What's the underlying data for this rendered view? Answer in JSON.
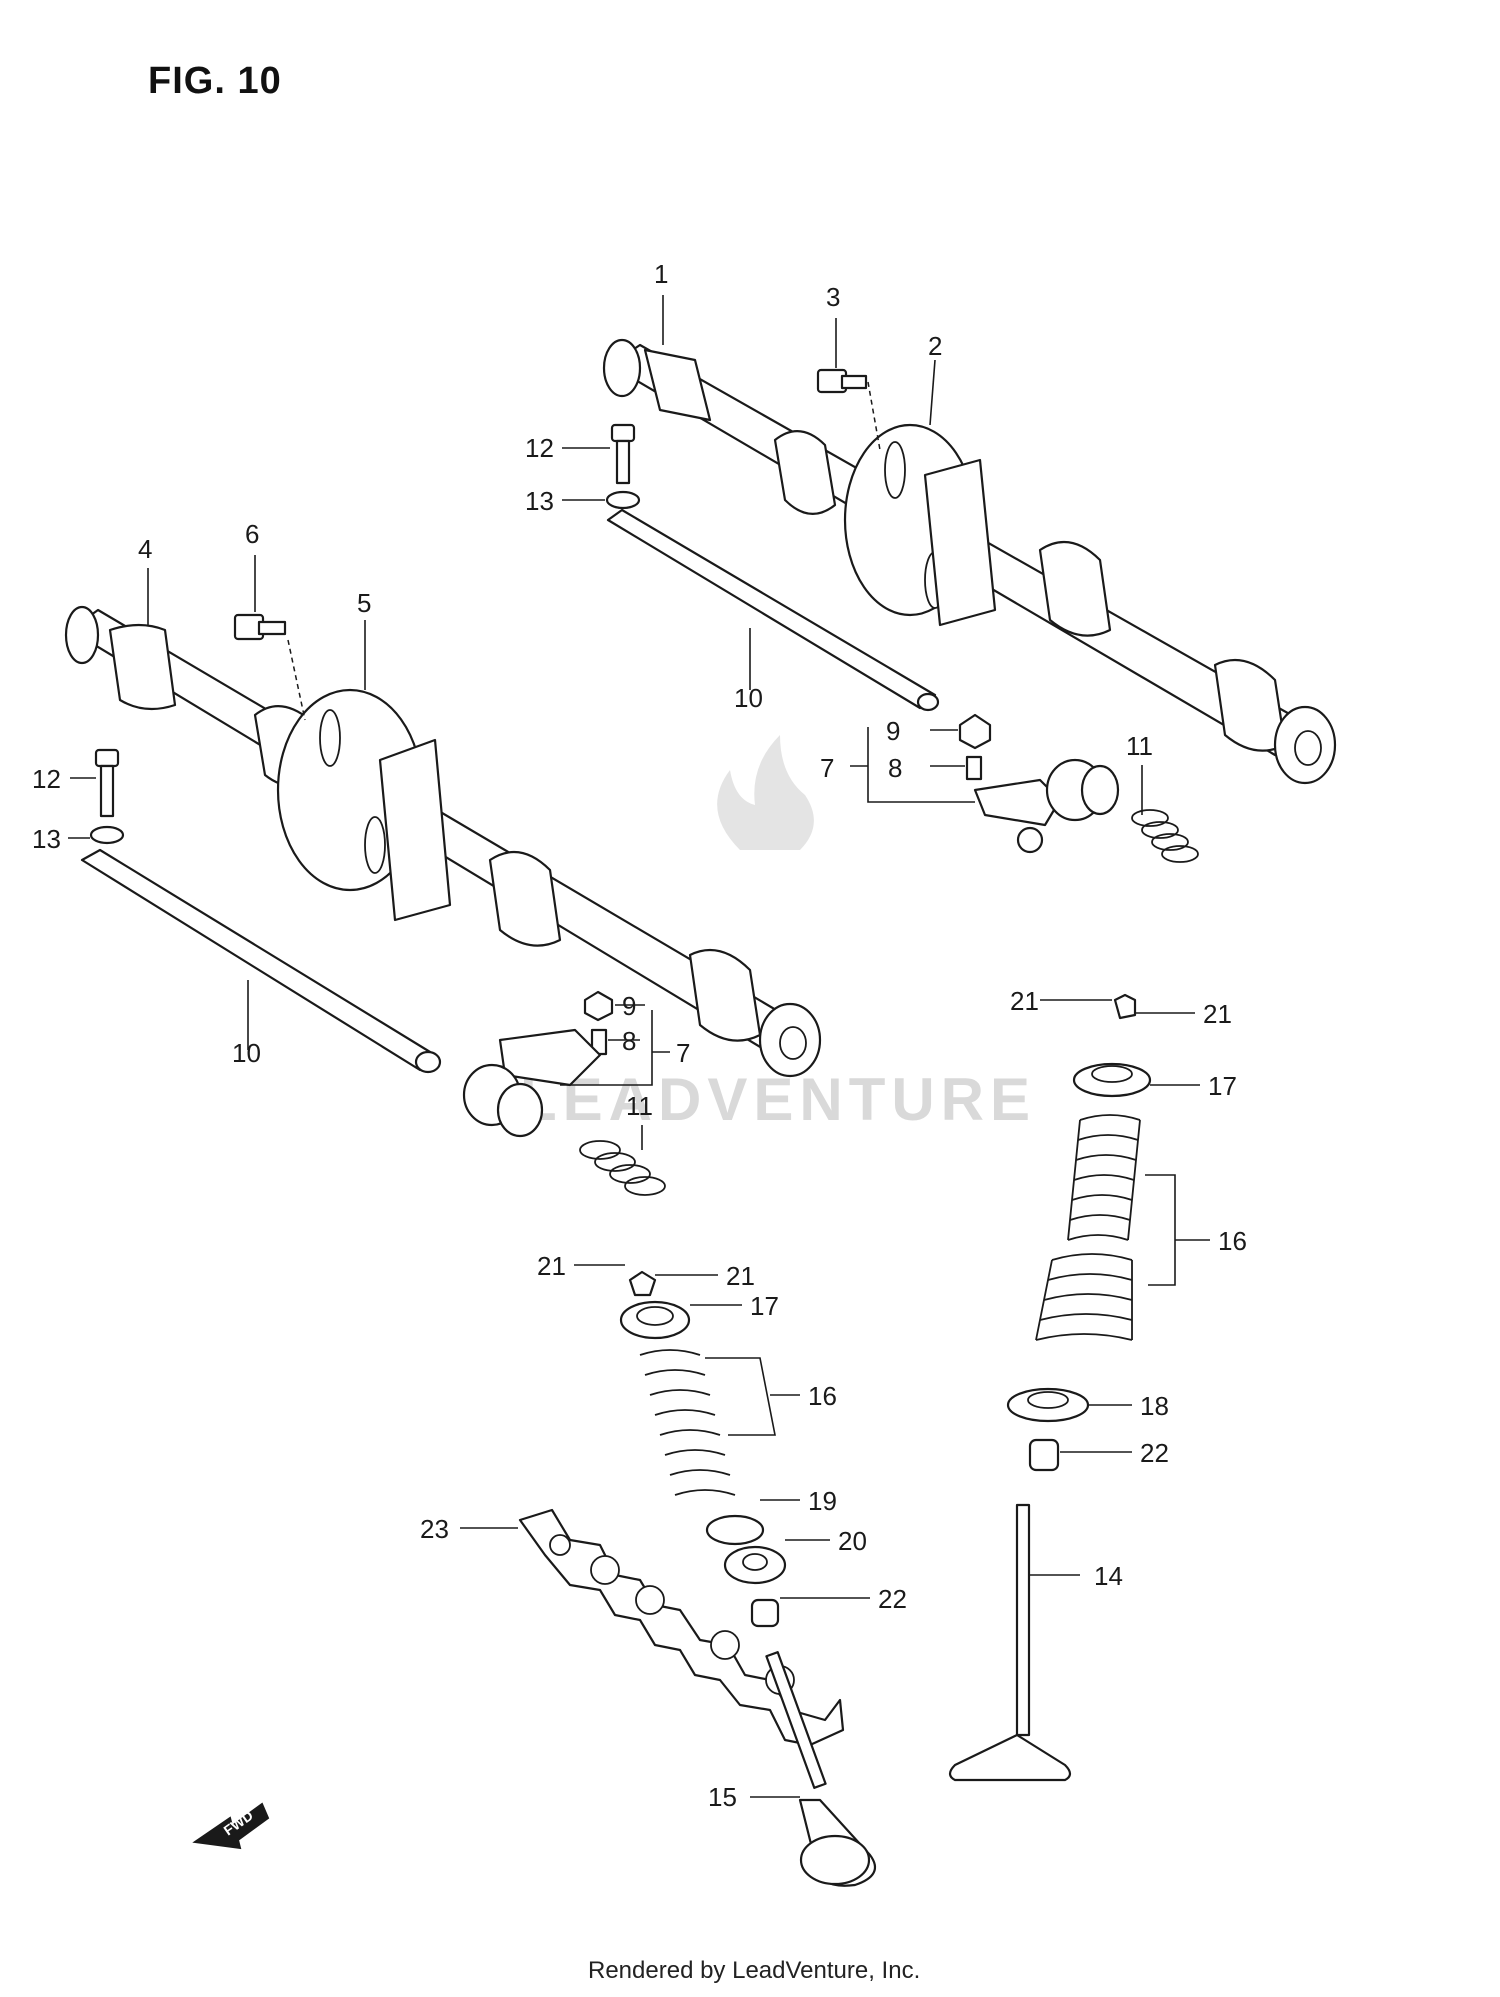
{
  "figure": {
    "title": "FIG. 10"
  },
  "footer": {
    "text": "Rendered by LeadVenture, Inc."
  },
  "watermark": {
    "text": "LEADVENTURE"
  },
  "direction_arrow": {
    "label": "FWD"
  },
  "callouts": {
    "c1": "1",
    "c2": "2",
    "c3": "3",
    "c4": "4",
    "c5": "5",
    "c6": "6",
    "c7a": "7",
    "c8a": "8",
    "c9a": "9",
    "c10a": "10",
    "c11a": "11",
    "c12a": "12",
    "c13a": "13",
    "c7b": "7",
    "c8b": "8",
    "c9b": "9",
    "c10b": "10",
    "c11b": "11",
    "c12b": "12",
    "c13b": "13",
    "c14": "14",
    "c15": "15",
    "c16a": "16",
    "c17a": "17",
    "c18": "18",
    "c21a": "21",
    "c21b": "21",
    "c22a": "22",
    "c16b": "16",
    "c17b": "17",
    "c19": "19",
    "c20": "20",
    "c21c": "21",
    "c21d": "21",
    "c22b": "22",
    "c23": "23"
  }
}
